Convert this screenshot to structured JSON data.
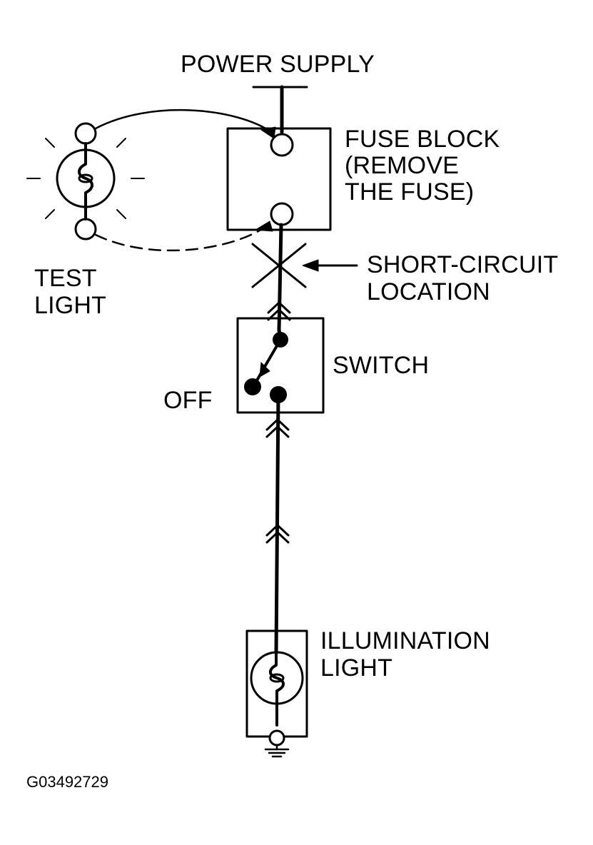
{
  "labels": {
    "power_supply": "POWER SUPPLY",
    "fuse_block_line1": "FUSE BLOCK",
    "fuse_block_line2": "(REMOVE",
    "fuse_block_line3": "THE FUSE)",
    "test_light_line1": "TEST",
    "test_light_line2": "LIGHT",
    "short_circuit_line1": "SHORT-CIRCUIT",
    "short_circuit_line2": "LOCATION",
    "switch": "SWITCH",
    "off": "OFF",
    "illumination_line1": "ILLUMINATION",
    "illumination_line2": "LIGHT"
  },
  "figure_code": "G03492729",
  "colors": {
    "ink": "#000000",
    "background": "#ffffff"
  }
}
